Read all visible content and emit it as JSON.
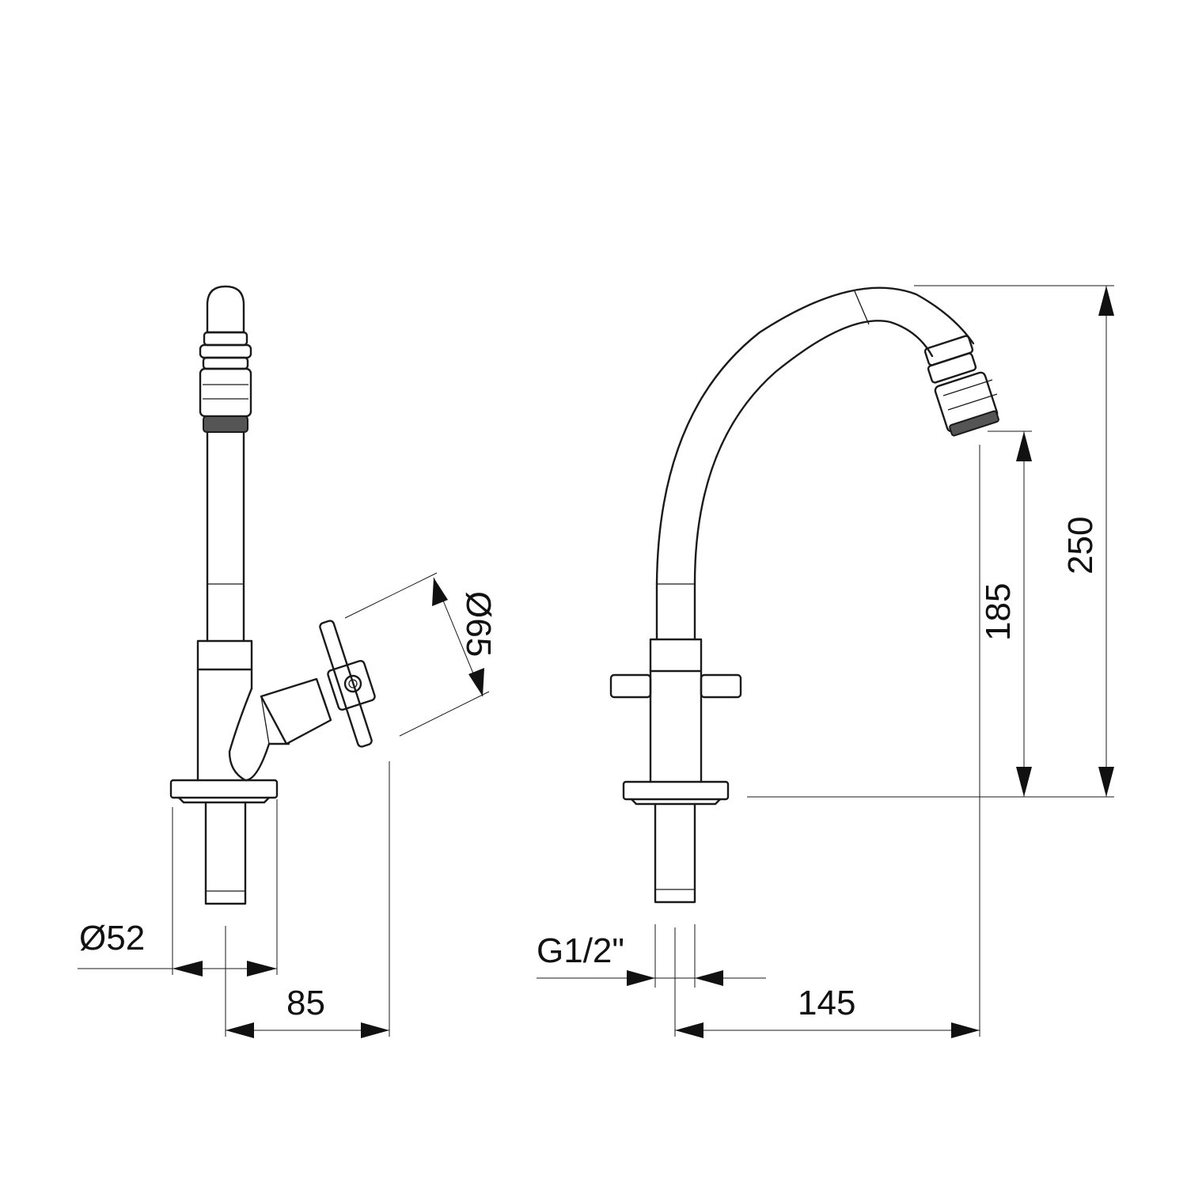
{
  "dimensions": {
    "base_diameter": "Ø52",
    "handle_diameter": "Ø65",
    "side_depth": "85",
    "thread": "G1/2\"",
    "spout_reach": "145",
    "spout_clearance": "185",
    "total_height": "250"
  },
  "colors": {
    "line": "#1a1a1a",
    "background": "#ffffff"
  }
}
